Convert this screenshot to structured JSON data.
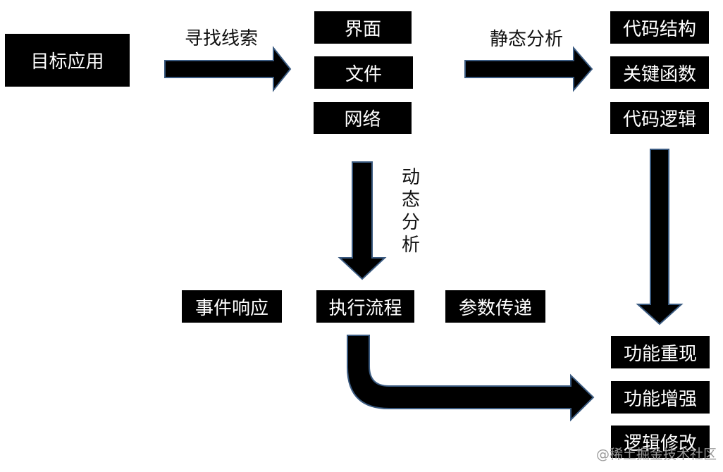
{
  "nodes": {
    "target_app": "目标应用",
    "ui": "界面",
    "file": "文件",
    "network": "网络",
    "code_structure": "代码结构",
    "key_functions": "关键函数",
    "code_logic": "代码逻辑",
    "event_response": "事件响应",
    "exec_flow": "执行流程",
    "param_passing": "参数传递",
    "func_reproduce": "功能重现",
    "func_enhance": "功能增强",
    "logic_modify": "逻辑修改"
  },
  "edges": {
    "find_clues": "寻找线索",
    "static_analysis": "静态分析",
    "dynamic_analysis": [
      "动",
      "态",
      "分",
      "析"
    ]
  },
  "watermark": "@稀土掘金技术社区",
  "colors": {
    "box_fill": "#000000",
    "box_text": "#ffffff",
    "arrow_stroke": "#3a5a80"
  }
}
